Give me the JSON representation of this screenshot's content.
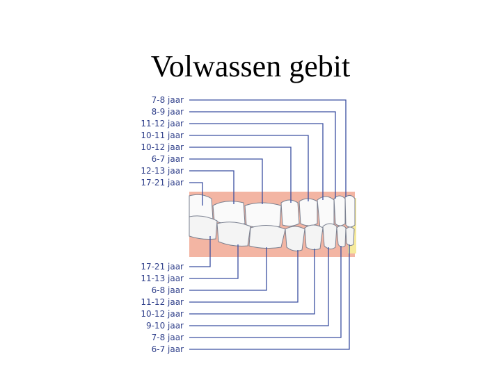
{
  "title": "Volwassen gebit",
  "colors": {
    "label": "#2f3f8a",
    "leader_line": "#3a4fa0",
    "gum": "#f3b5a3",
    "tooth": "#fafafa",
    "tooth_outline": "#7a8090",
    "background": "#ffffff"
  },
  "upper_labels": [
    "7-8 jaar",
    "8-9 jaar",
    "11-12 jaar",
    "10-11 jaar",
    "10-12 jaar",
    "6-7 jaar",
    "12-13 jaar",
    "17-21 jaar"
  ],
  "lower_labels": [
    "17-21 jaar",
    "11-13 jaar",
    "6-8 jaar",
    "11-12 jaar",
    "10-12 jaar",
    "9-10 jaar",
    "7-8 jaar",
    "6-7 jaar"
  ]
}
